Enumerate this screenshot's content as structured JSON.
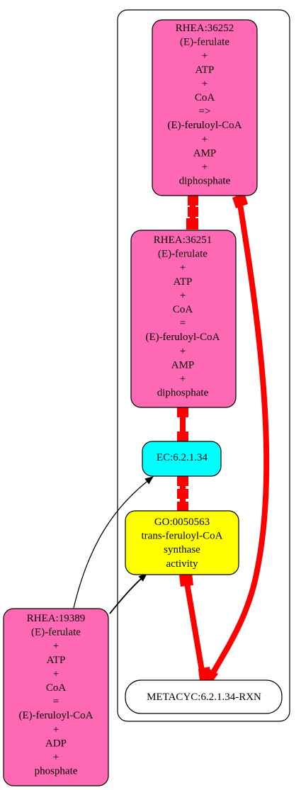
{
  "colors": {
    "rhea_node": "#ff69b4",
    "ec_node": "#00ffff",
    "go_node": "#ffff00",
    "metacyc_node": "#ffffff",
    "thick_edge": "#ff0000",
    "thin_edge": "#000000",
    "outline": "#000000"
  },
  "nodes": {
    "rhea_36252": {
      "lines": [
        "RHEA:36252",
        "(E)-ferulate",
        "+",
        "ATP",
        "+",
        "CoA",
        "=>",
        "(E)-feruloyl-CoA",
        "+",
        "AMP",
        "+",
        "diphosphate"
      ]
    },
    "rhea_36251": {
      "lines": [
        "RHEA:36251",
        "(E)-ferulate",
        "+",
        "ATP",
        "+",
        "CoA",
        "=",
        "(E)-feruloyl-CoA",
        "+",
        "AMP",
        "+",
        "diphosphate"
      ]
    },
    "ec_6_2_1_34": {
      "lines": [
        "EC:6.2.1.34"
      ]
    },
    "go_0050563": {
      "lines": [
        "GO:0050563",
        "trans-feruloyl-CoA",
        "synthase",
        "activity"
      ]
    },
    "metacyc": {
      "lines": [
        "METACYC:6.2.1.34-RXN"
      ]
    },
    "rhea_19389": {
      "lines": [
        "RHEA:19389",
        "(E)-ferulate",
        "+",
        "ATP",
        "+",
        "CoA",
        "=",
        "(E)-feruloyl-CoA",
        "+",
        "ADP",
        "+",
        "phosphate"
      ]
    }
  },
  "edges": [
    {
      "from": "rhea_36252",
      "to": "rhea_36251",
      "style": "thick"
    },
    {
      "from": "rhea_36251",
      "to": "ec_6_2_1_34",
      "style": "thick"
    },
    {
      "from": "ec_6_2_1_34",
      "to": "go_0050563",
      "style": "thick"
    },
    {
      "from": "go_0050563",
      "to": "metacyc",
      "style": "thick"
    },
    {
      "from": "rhea_36252",
      "to": "metacyc",
      "style": "thick"
    },
    {
      "from": "rhea_19389",
      "to": "ec_6_2_1_34",
      "style": "arrow"
    },
    {
      "from": "rhea_19389",
      "to": "go_0050563",
      "style": "arrow"
    }
  ]
}
